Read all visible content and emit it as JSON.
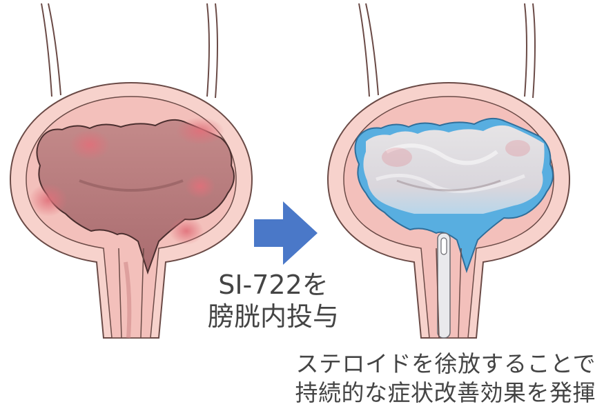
{
  "arrow": {
    "color": "#4a78c8"
  },
  "treatment_label": {
    "line1": "SI-722を",
    "line2": "膀胱内投与"
  },
  "effect_caption": {
    "line1": "ステロイドを徐放することで",
    "line2": "持続的な症状改善効果を発揮"
  },
  "colors": {
    "outer_wall": "#f7d2cc",
    "wall_outline": "#6a4a46",
    "inflamed_interior": "#b9787a",
    "inflammation_spot": "#e0707a",
    "gel_layer": "#58aee0",
    "gel_fill": "#dcdde0"
  }
}
